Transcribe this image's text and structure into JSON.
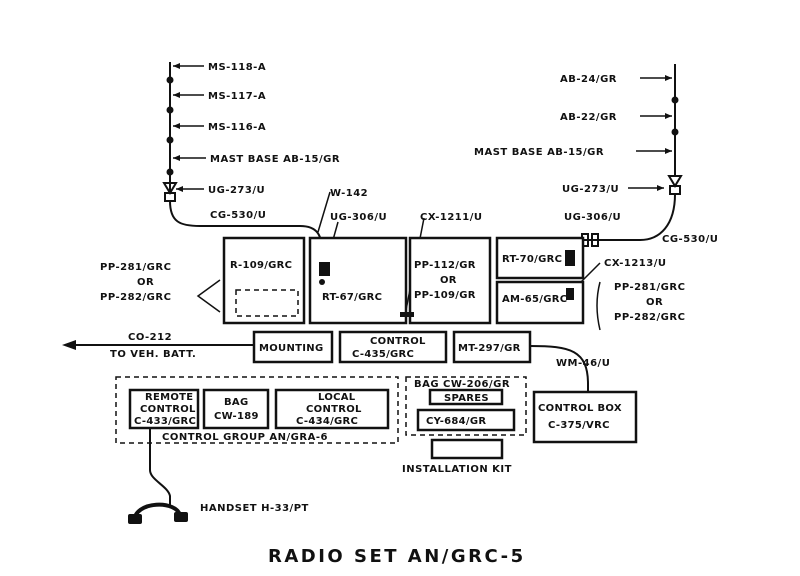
{
  "title": "RADIO SET AN/GRC-5",
  "left_mast": {
    "sections": [
      "MS-118-A",
      "MS-117-A",
      "MS-116-A",
      "MAST BASE AB-15/GR"
    ],
    "connector": "UG-273/U",
    "cable": "CG-530/U"
  },
  "right_mast": {
    "sections": [
      "AB-24/GR",
      "AB-22/GR",
      "MAST BASE AB-15/GR"
    ],
    "connector": "UG-273/U",
    "cable": "CG-530/U"
  },
  "cables": {
    "w142": "W-142",
    "ug306_left": "UG-306/U",
    "cx1211": "CX-1211/U",
    "ug306_right": "UG-306/U",
    "cx1213": "CX-1213/U",
    "co212": "CO-212",
    "veh_batt": "TO VEH. BATT.",
    "wm46": "WM-46/U"
  },
  "power_left": [
    "PP-281/GRC",
    "OR",
    "PP-282/GRC"
  ],
  "power_right": [
    "PP-281/GRC",
    "OR",
    "PP-282/GRC"
  ],
  "units": {
    "r109": "R-109/GRC",
    "rt67": "RT-67/GRC",
    "pp112": [
      "PP-112/GR",
      "OR",
      "PP-109/GR"
    ],
    "rt70": "RT-70/GRC",
    "am65": "AM-65/GRC",
    "mounting": "MOUNTING",
    "control435": [
      "CONTROL",
      "C-435/GRC"
    ],
    "mt297": "MT-297/GR"
  },
  "control_group": {
    "label": "CONTROL GROUP AN/GRA-6",
    "remote": [
      "REMOTE",
      "CONTROL",
      "C-433/GRC"
    ],
    "bag": [
      "BAG",
      "CW-189"
    ],
    "local": [
      "LOCAL",
      "CONTROL",
      "C-434/GRC"
    ]
  },
  "bag_cw206": {
    "label": "BAG CW-206/GR",
    "spares": "SPARES",
    "cy684": "CY-684/GR"
  },
  "installation_kit": "INSTALLATION KIT",
  "control_box": [
    "CONTROL BOX",
    "C-375/VRC"
  ],
  "handset": "HANDSET H-33/PT"
}
